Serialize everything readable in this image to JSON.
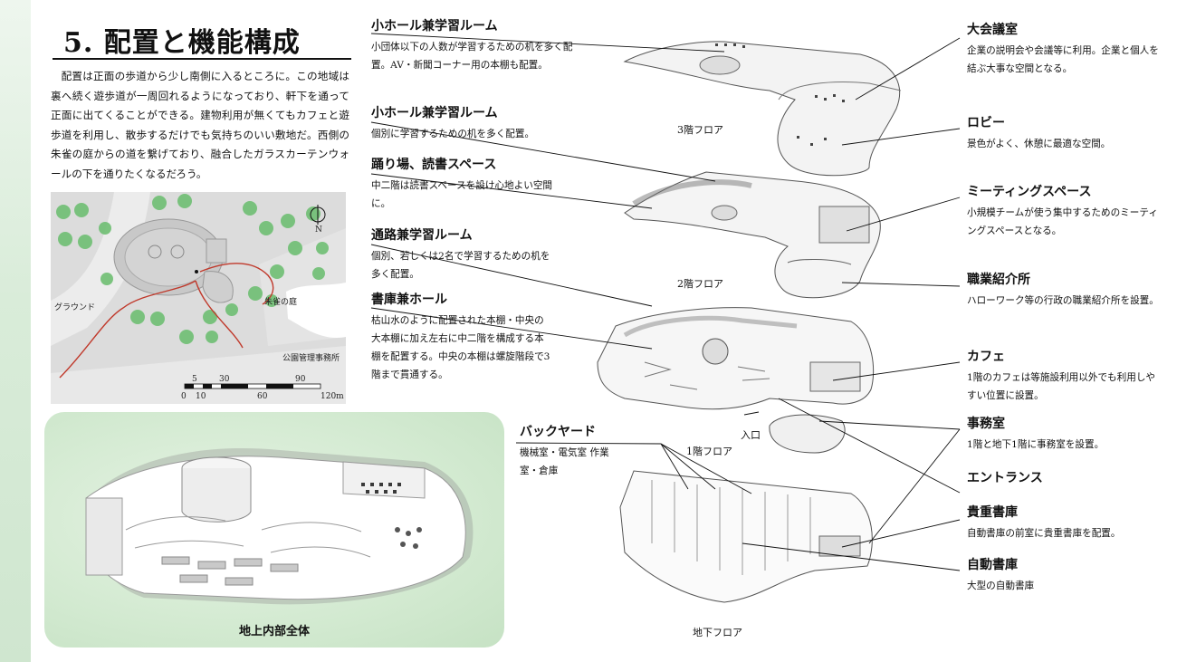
{
  "title": "5. 配置と機能構成",
  "intro": "配置は正面の歩道から少し南側に入るところに。この地域は裏へ続く遊歩道が一周回れるようになっており、軒下を通って正面に出てくることができる。建物利用が無くてもカフェと遊歩道を利用し、散歩するだけでも気持ちのいい敷地だ。西側の朱雀の庭からの道を繋げており、融合したガラスカーテンウォールの下を通りたくなるだろう。",
  "site_map": {
    "labels": {
      "ground": "グラウンド",
      "garden": "朱雀の庭",
      "office": "公園管理事務所",
      "north": "N"
    },
    "scale": {
      "top": [
        "5",
        "30",
        "90"
      ],
      "bottom": [
        "0",
        "10",
        "60",
        "120m"
      ]
    }
  },
  "overall_caption": "地上内部全体",
  "floors": {
    "f3": "3階フロア",
    "f2": "2階フロア",
    "f1": "1階フロア",
    "b1": "地下フロア",
    "entrance_mark": "入口"
  },
  "left_annotations": [
    {
      "title": "小ホール兼学習ルーム",
      "desc": "小団体以下の人数が学習するための机を多く配置。AV・新聞コーナー用の本棚も配置。"
    },
    {
      "title": "小ホール兼学習ルーム",
      "desc": "個別に学習するための机を多く配置。"
    },
    {
      "title": "踊り場、読書スペース",
      "desc": "中二階は読書スペースを設け心地よい空間に。"
    },
    {
      "title": "通路兼学習ルーム",
      "desc": "個別、若しくは2名で学習するための机を多く配置。"
    },
    {
      "title": "書庫兼ホール",
      "desc": "枯山水のように配置された本棚・中央の大本棚に加え左右に中二階を構成する本棚を配置する。中央の本棚は螺旋階段で3階まで貫通する。"
    },
    {
      "title": "バックヤード",
      "desc": "機械室・電気室 作業室・倉庫"
    }
  ],
  "right_annotations": [
    {
      "title": "大会議室",
      "desc": "企業の説明会や会議等に利用。企業と個人を結ぶ大事な空間となる。"
    },
    {
      "title": "ロビー",
      "desc": "景色がよく、休憩に最適な空間。"
    },
    {
      "title": "ミーティングスペース",
      "desc": "小規模チームが使う集中するためのミーティングスペースとなる。"
    },
    {
      "title": "職業紹介所",
      "desc": "ハローワーク等の行政の職業紹介所を設置。"
    },
    {
      "title": "カフェ",
      "desc": "1階のカフェは等施設利用以外でも利用しやすい位置に設置。"
    },
    {
      "title": "事務室",
      "desc": "1階と地下1階に事務室を設置。"
    },
    {
      "title": "エントランス",
      "desc": ""
    },
    {
      "title": "貴重書庫",
      "desc": "自動書庫の前室に貴重書庫を配置。"
    },
    {
      "title": "自動書庫",
      "desc": "大型の自動書庫"
    }
  ],
  "colors": {
    "accent_line": "#111111",
    "route": "#c0392b",
    "tree": "#6fbf73",
    "water": "#ffffff",
    "green_panel": "#d3ead1"
  }
}
